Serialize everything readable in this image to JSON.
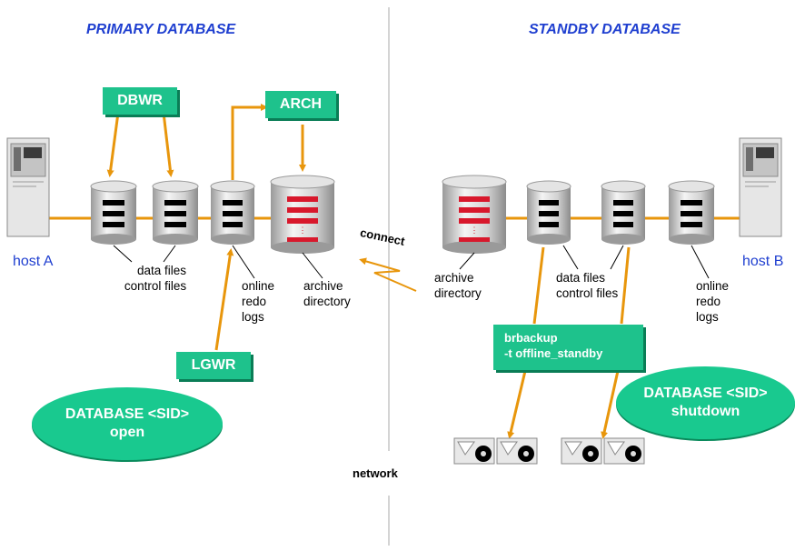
{
  "titles": {
    "primary": "PRIMARY DATABASE",
    "standby": "STANDBY DATABASE"
  },
  "hosts": {
    "a": "host A",
    "b": "host B"
  },
  "processes": {
    "dbwr": "DBWR",
    "arch": "ARCH",
    "lgwr": "LGWR"
  },
  "primary_labels": {
    "data_files": "data files",
    "control_files": "control files",
    "online": "online",
    "redo": "redo",
    "logs": "logs",
    "archive": "archive",
    "directory": "directory"
  },
  "standby_labels": {
    "archive": "archive",
    "directory": "directory",
    "data_files": "data files",
    "control_files": "control files",
    "online": "online",
    "redo": "redo",
    "logs": "logs"
  },
  "connect": "connect",
  "network": "network",
  "command": {
    "line1": "brbackup",
    "line2": "-t offline_standby"
  },
  "status": {
    "primary_line1": "DATABASE <SID>",
    "primary_line2": "open",
    "standby_line1": "DATABASE <SID>",
    "standby_line2": "shutdown"
  },
  "colors": {
    "accent_blue": "#1f3fd0",
    "process_green": "#1ec28c",
    "arrow_orange": "#e8960c",
    "archive_red": "#d8182c"
  },
  "icons": [
    "server-icon",
    "disk-icon",
    "tape-drive-icon",
    "lightning-icon"
  ]
}
